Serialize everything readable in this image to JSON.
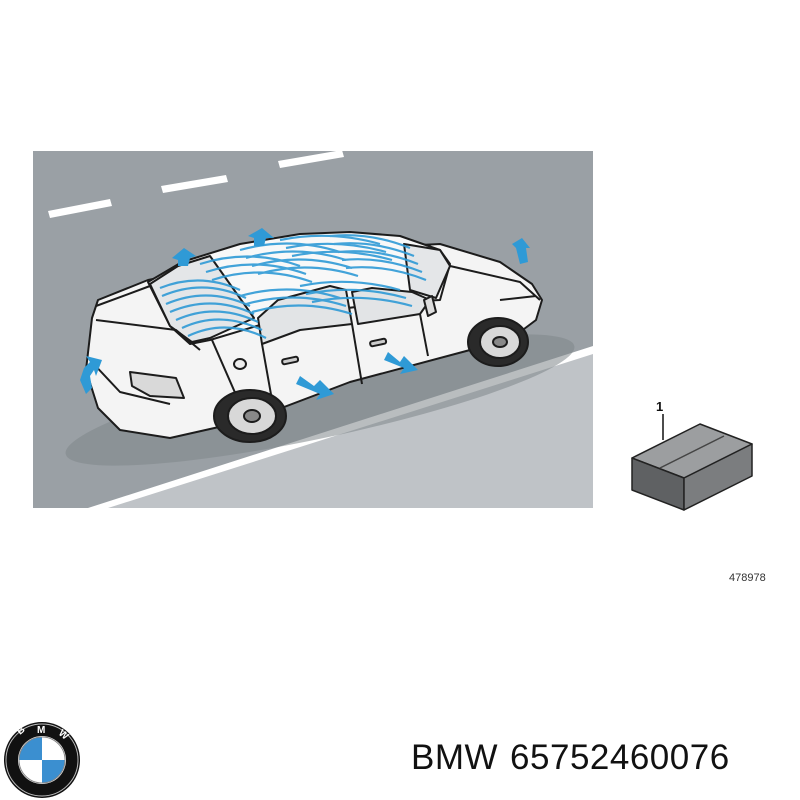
{
  "figure": {
    "ref_number": "478978",
    "callout": "1"
  },
  "caption": {
    "brand": "BMW",
    "part_number": "65752460076"
  },
  "logo": {
    "letters": "BMW",
    "colors": {
      "ring": "#111111",
      "blue": "#3b8fd0",
      "white": "#ffffff"
    }
  },
  "colors": {
    "road": "#9aa0a5",
    "sidewalk": "#bfc3c7",
    "sensor_waves": "#2f9ad6",
    "car_body": "#f2f2f2"
  }
}
